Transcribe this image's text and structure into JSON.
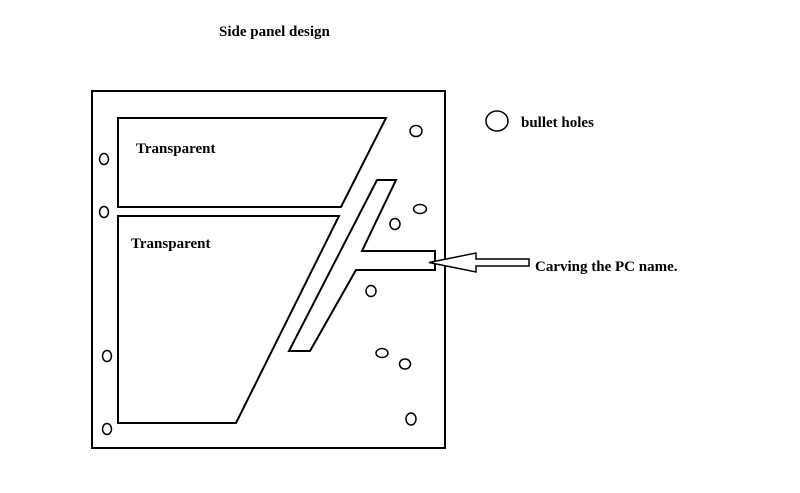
{
  "title": "Side panel design",
  "panel": {
    "transparent_top_label": "Transparent",
    "transparent_bottom_label": "Transparent"
  },
  "legend": {
    "hole_label": "bullet holes",
    "hole_icon": "ellipse-outline"
  },
  "annotation": {
    "carving_label": "Carving the PC name."
  },
  "colors": {
    "stroke": "#000000",
    "background": "#ffffff"
  }
}
